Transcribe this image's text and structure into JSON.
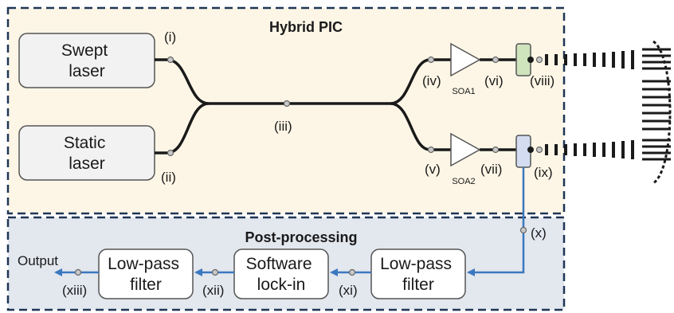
{
  "regions": {
    "pic_title": "Hybrid PIC",
    "post_title": "Post-processing"
  },
  "blocks": {
    "swept_laser": [
      "Swept",
      "laser"
    ],
    "static_laser": [
      "Static",
      "laser"
    ],
    "lpf_right": [
      "Low-pass",
      "filter"
    ],
    "lockin": [
      "Software",
      "lock-in"
    ],
    "lpf_left": [
      "Low-pass",
      "filter"
    ]
  },
  "soa": {
    "soa1": "SOA1",
    "soa2": "SOA2"
  },
  "points": {
    "i": "(i)",
    "ii": "(ii)",
    "iii": "(iii)",
    "iv": "(iv)",
    "v": "(v)",
    "vi": "(vi)",
    "vii": "(vii)",
    "viii": "(viii)",
    "ix": "(ix)",
    "x": "(x)",
    "xi": "(xi)",
    "xii": "(xii)",
    "xiii": "(xiii)"
  },
  "output_label": "Output",
  "colors": {
    "pic_fill": "#fdf6e6",
    "post_fill": "#e3e7ee",
    "border": "#1f3556",
    "block_fill": "#f2f2f2",
    "signal_line": "#3b78c0",
    "guide": "#1a1a1a",
    "coupler_top": "#cfe3bd",
    "coupler_bottom": "#d3dcf0"
  }
}
